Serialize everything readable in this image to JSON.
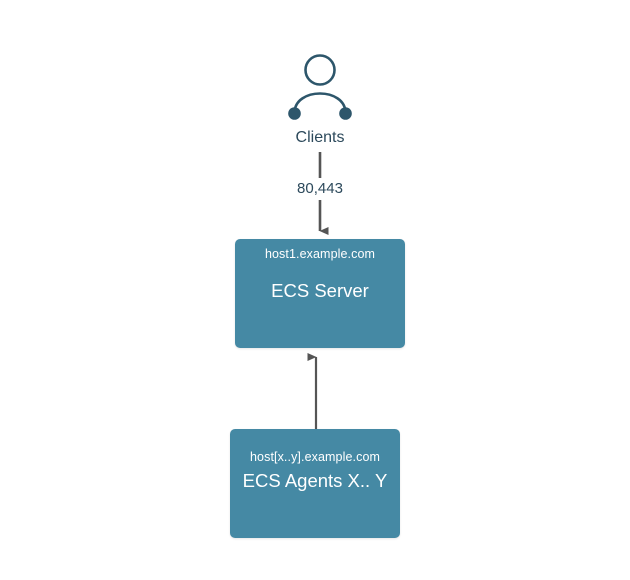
{
  "diagram": {
    "type": "architecture-flow",
    "background_color": "#ffffff",
    "node_fill_color": "#4589a4",
    "node_text_color": "#ffffff",
    "label_text_color": "#2d4a5c",
    "actor_icon_color": "#2d566b",
    "edge_color": "#555555",
    "actor": {
      "icon": "person-icon",
      "label": "Clients"
    },
    "edges": [
      {
        "name": "clients-to-server",
        "from": "Clients",
        "to": "ECS Server",
        "label": "80,443",
        "direction": "down"
      },
      {
        "name": "agents-to-server",
        "from": "ECS Agents X.. Y",
        "to": "ECS Server",
        "label": "",
        "direction": "up"
      }
    ],
    "nodes": [
      {
        "name": "ecs-server",
        "host": "host1.example.com",
        "title": "ECS Server"
      },
      {
        "name": "ecs-agents",
        "host": "host[x..y].example.com",
        "title": "ECS Agents X.. Y"
      }
    ]
  }
}
